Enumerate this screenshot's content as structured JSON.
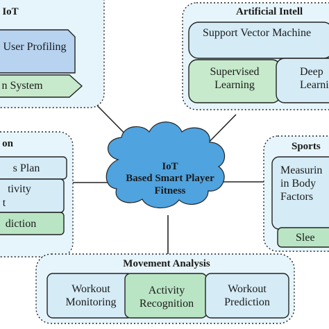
{
  "center": {
    "line1": "IoT",
    "line2": "Based Smart Player",
    "line3": "Fitness"
  },
  "panels": {
    "iot": {
      "title": "IoT",
      "items": [
        "User Profiling",
        "n System"
      ]
    },
    "ai": {
      "title": "Artificial Intell",
      "items": [
        "Support Vector Machine",
        "Supervised Learning",
        "Deep Learning"
      ]
    },
    "left": {
      "title": "on",
      "items": [
        "s Plan",
        "tivity",
        "t",
        "diction"
      ]
    },
    "sports": {
      "title": "Sports",
      "items": [
        "Measurin in Body Factors",
        "Slee"
      ]
    },
    "movement": {
      "title": "Movement Analysis",
      "items": [
        "Workout Monitoring",
        "Activity Recognition",
        "Workout Prediction"
      ]
    }
  },
  "colors": {
    "panel_fill": "#e6f5fb",
    "box_blue": "#b7d3f0",
    "box_light": "#d5ecf7",
    "box_green": "#c6eacb",
    "box_mint": "#b9e5c4",
    "cloud": "#4fa3df"
  }
}
